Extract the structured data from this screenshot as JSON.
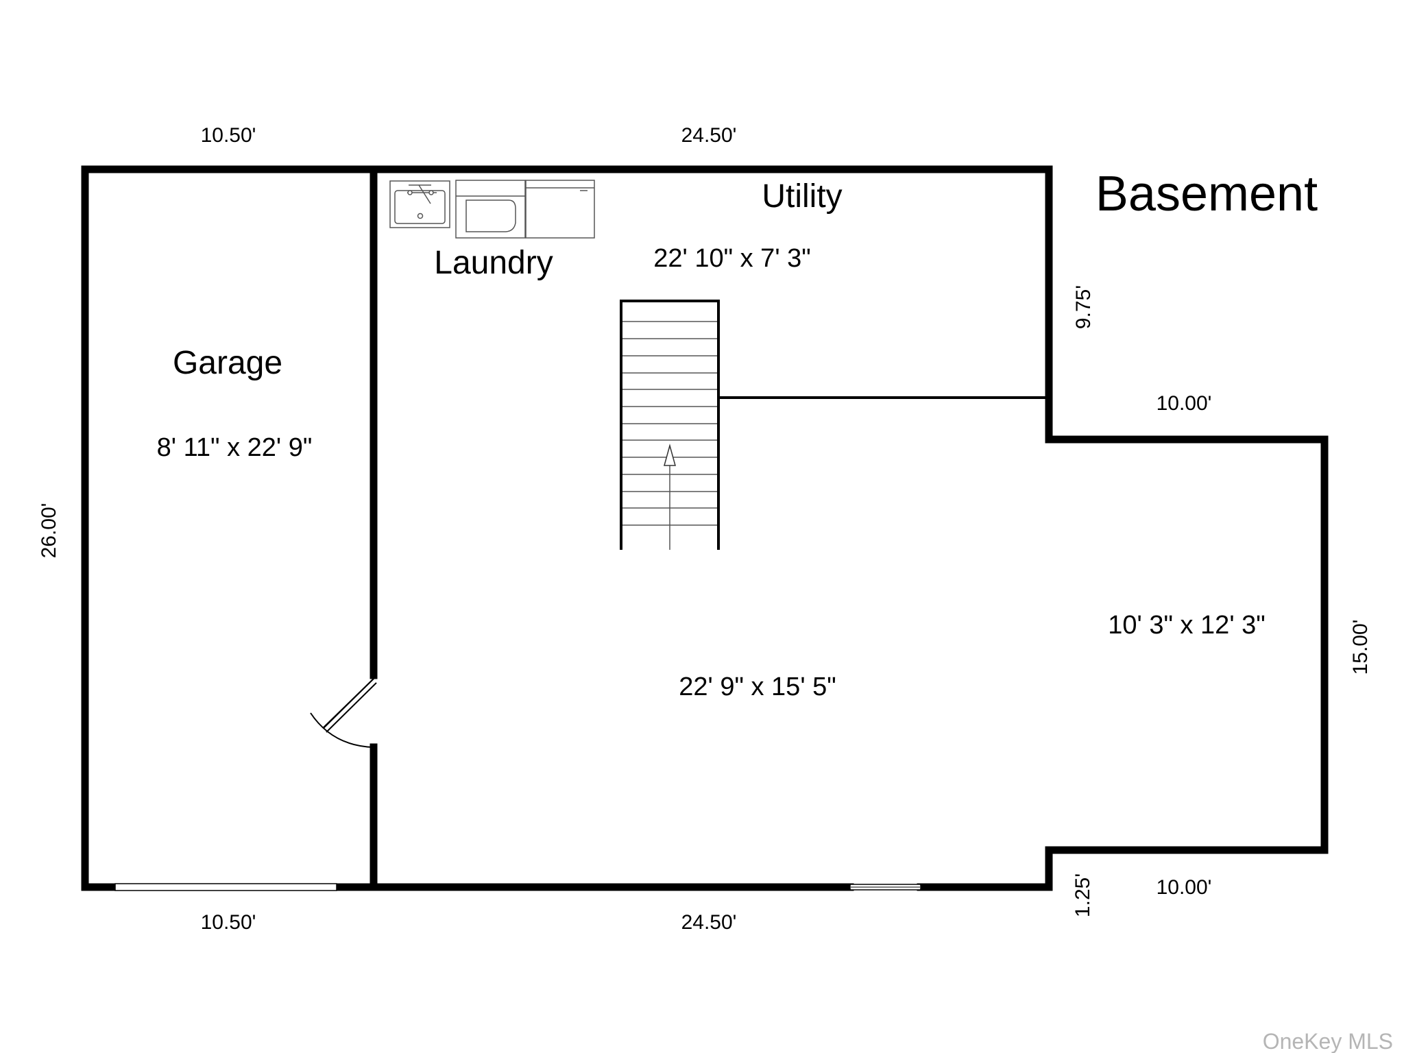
{
  "title": "Basement",
  "watermark": "OneKey MLS",
  "rooms": {
    "garage": {
      "name": "Garage",
      "size": "8' 11\" x 22' 9\""
    },
    "utility": {
      "name": "Utility",
      "size": "22' 10\" x 7' 3\""
    },
    "laundry": {
      "name": "Laundry"
    },
    "main": {
      "size": "22' 9\" x 15' 5\""
    },
    "east": {
      "size": "10' 3\" x 12' 3\""
    }
  },
  "dimensions": {
    "top_left": "10.50'",
    "top_center": "24.50'",
    "bottom_left": "10.50'",
    "bottom_center": "24.50'",
    "left": "26.00'",
    "right_upper": "9.75'",
    "east_top": "10.00'",
    "east_right": "15.00'",
    "east_bottom": "10.00'",
    "right_lower": "1.25'"
  },
  "icons": [
    "sink-icon",
    "washer-icon",
    "dryer-icon",
    "staircase-icon",
    "door-swing-icon"
  ]
}
